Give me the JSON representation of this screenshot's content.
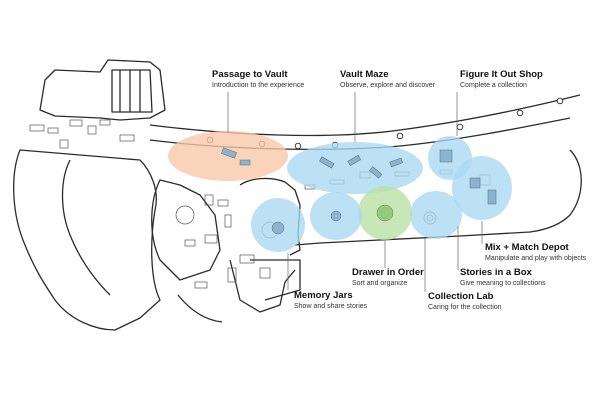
{
  "colors": {
    "zone_blue": "#a9d8f2",
    "zone_orange": "#f7c7a6",
    "zone_green": "#b7e1a1",
    "line": "#2b2b2b",
    "leader": "#666666"
  },
  "zones": [
    {
      "id": "passage-to-vault",
      "title": "Passage to Vault",
      "desc": "Introduction to the experience",
      "color": "orange"
    },
    {
      "id": "vault-maze",
      "title": "Vault Maze",
      "desc": "Observe, explore and discover",
      "color": "blue"
    },
    {
      "id": "figure-it-out-shop",
      "title": "Figure It Out Shop",
      "desc": "Complete a collection",
      "color": "blue"
    },
    {
      "id": "mix-match-depot",
      "title": "Mix + Match Depot",
      "desc": "Manipulate and play with objects",
      "color": "blue"
    },
    {
      "id": "stories-in-a-box",
      "title": "Stories in a Box",
      "desc": "Give meaning to collections",
      "color": "blue"
    },
    {
      "id": "drawer-in-order",
      "title": "Drawer in Order",
      "desc": "Sort and organize",
      "color": "green"
    },
    {
      "id": "collection-lab",
      "title": "Collection Lab",
      "desc": "Caring for the collection",
      "color": "blue"
    },
    {
      "id": "memory-jars",
      "title": "Memory Jars",
      "desc": "Show and share stories",
      "color": "blue"
    }
  ]
}
